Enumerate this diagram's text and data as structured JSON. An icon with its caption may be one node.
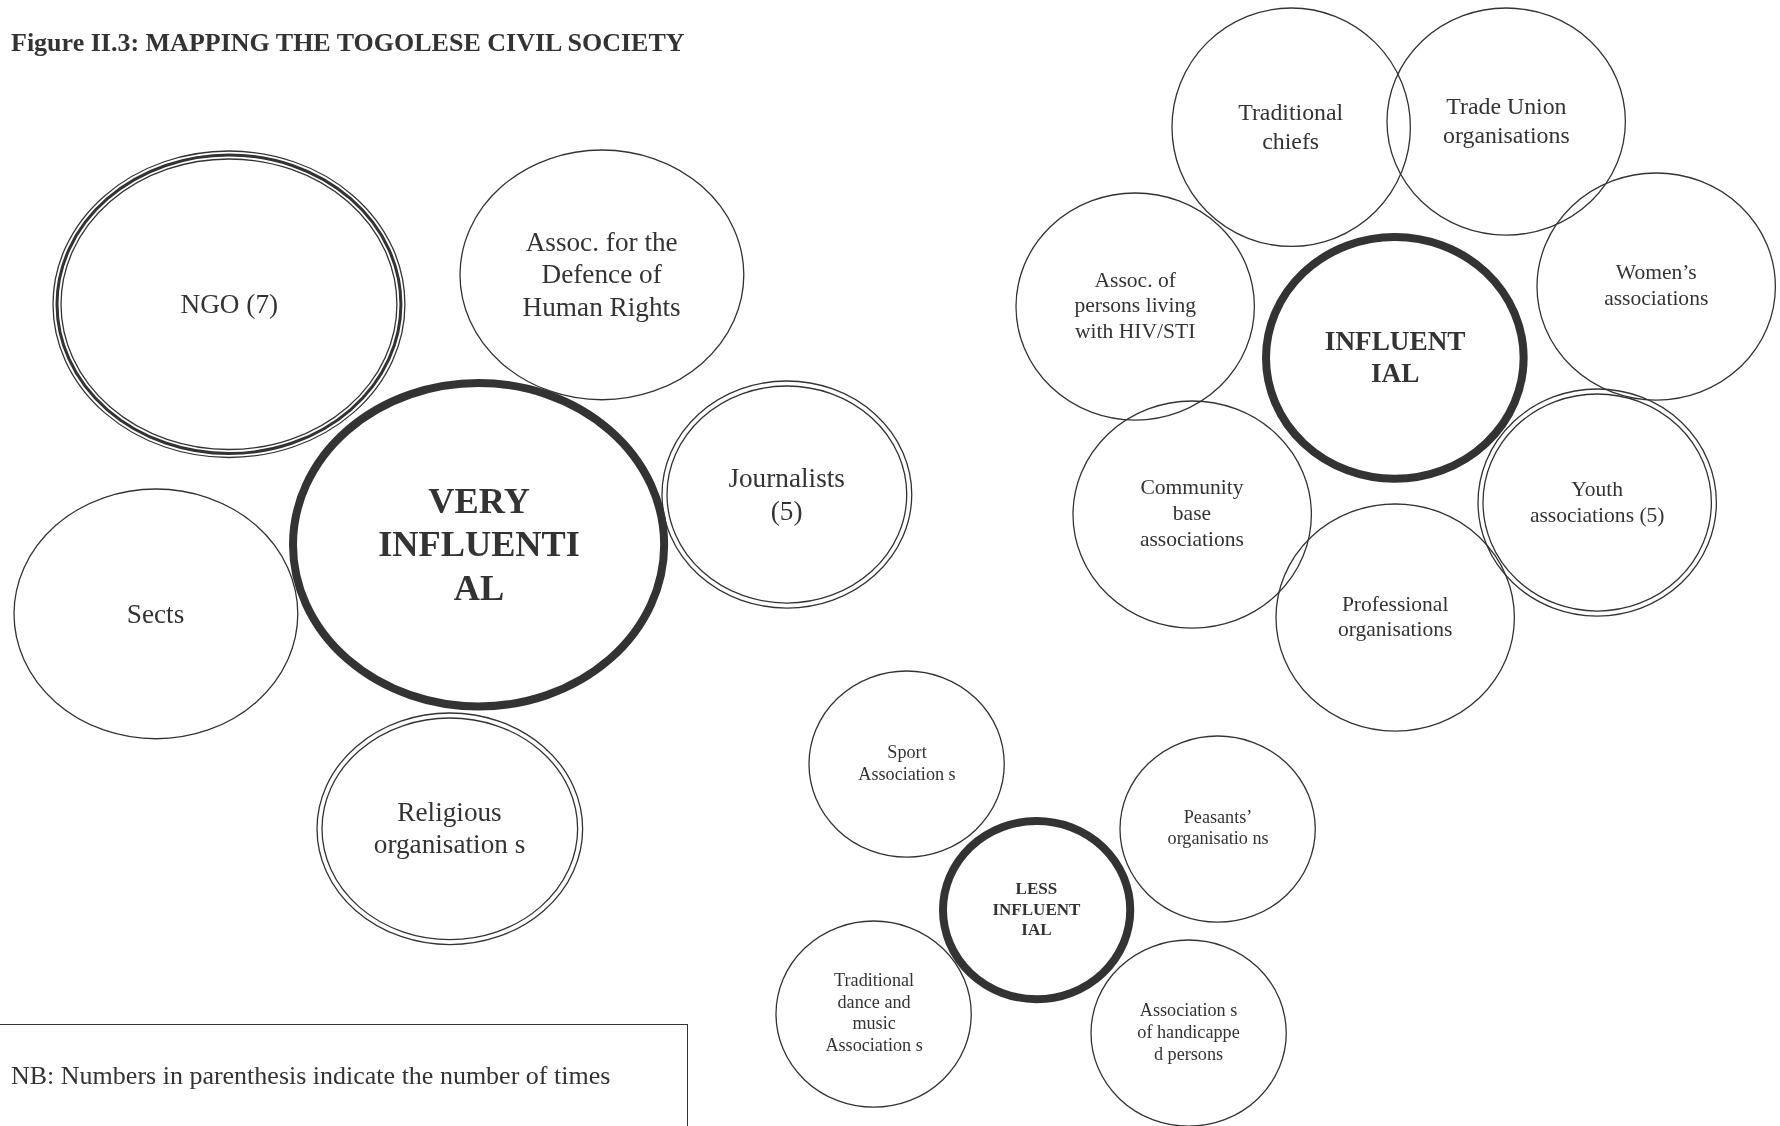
{
  "diagram": {
    "title": "Figure II.3: MAPPING THE TOGOLESE CIVIL SOCIETY",
    "nodes": [
      {
        "text": [
          "NGO (7)"
        ]
      },
      {
        "text": [
          "Assoc. for the Defence of Human Rights"
        ]
      },
      {
        "text": [
          "VERY INFLUENTI AL"
        ]
      },
      {
        "text": [
          "Journalists (5)"
        ]
      },
      {
        "text": [
          "Sects"
        ]
      },
      {
        "text": [
          "Religious organisation s"
        ]
      },
      {
        "text": [
          "Traditional chiefs"
        ]
      },
      {
        "text": [
          "Trade Union organisations"
        ]
      },
      {
        "text": [
          "Assoc. of persons living with HIV/STI"
        ]
      },
      {
        "text": [
          "INFLUENT IAL"
        ]
      },
      {
        "text": [
          "Women’s associations"
        ]
      },
      {
        "text": [
          "Community base associations"
        ]
      },
      {
        "text": [
          "Youth associations (5)"
        ]
      },
      {
        "text": [
          "Professional organisations"
        ]
      },
      {
        "text": [
          "Sport Association s"
        ]
      },
      {
        "text": [
          "LESS INFLUENT IAL"
        ]
      },
      {
        "text": [
          "Peasants’ organisatio ns"
        ]
      },
      {
        "text": [
          "Traditional dance and music Association s"
        ]
      },
      {
        "text": [
          "Association s of handicappe d persons"
        ]
      }
    ],
    "edges": [],
    "labels": [
      "NB: Numbers in parenthesis indicate the number of times"
    ]
  }
}
